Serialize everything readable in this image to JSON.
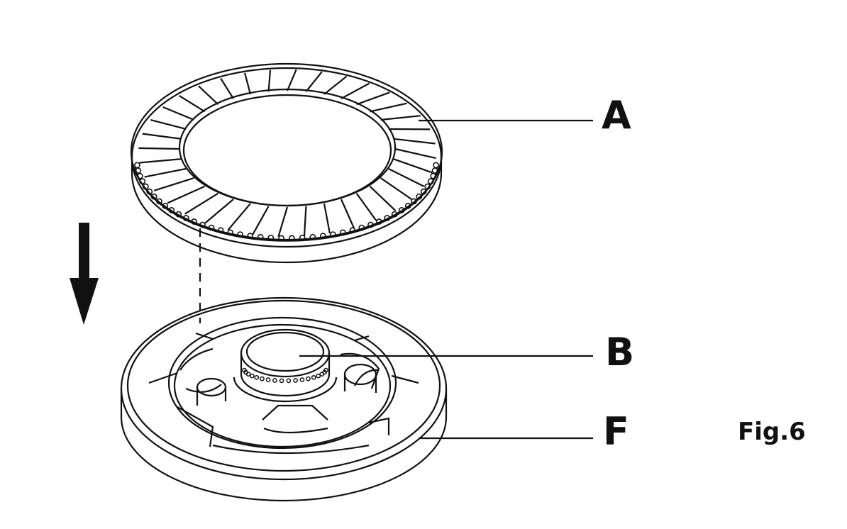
{
  "labels": {
    "a": "A",
    "b": "B",
    "f": "F"
  },
  "figure_caption": "Fig.6",
  "colors": {
    "line": "#111111",
    "background": "#ffffff"
  }
}
